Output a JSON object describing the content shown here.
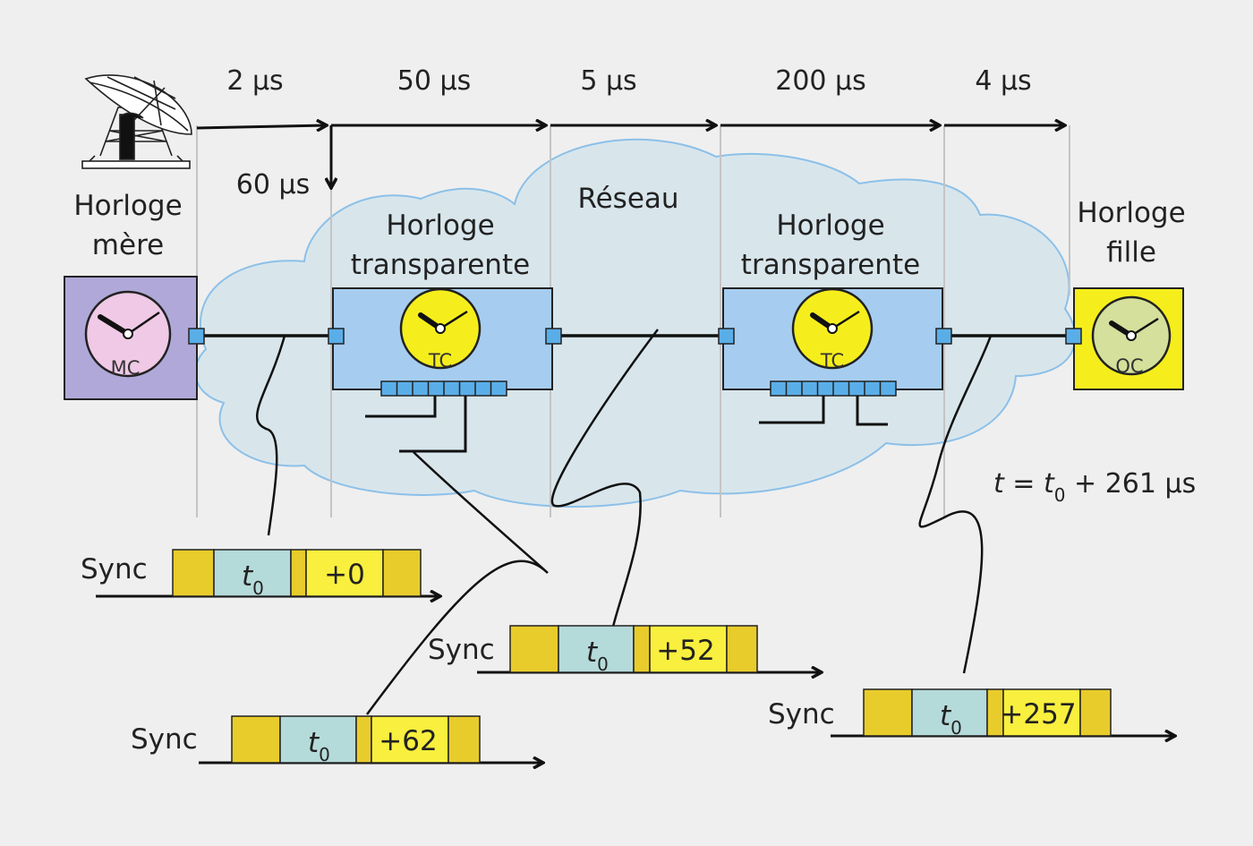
{
  "delays": [
    "2 µs",
    "50 µs",
    "5 µs",
    "200 µs",
    "4 µs"
  ],
  "delay_down": "60 µs",
  "nodes": {
    "master": {
      "title_line1": "Horloge",
      "title_line2": "mère",
      "code": "MC"
    },
    "tc1": {
      "title_line1": "Horloge",
      "title_line2": "transparente",
      "code": "TC"
    },
    "tc2": {
      "title_line1": "Horloge",
      "title_line2": "transparente",
      "code": "TC"
    },
    "slave": {
      "title_line1": "Horloge",
      "title_line2": "fille",
      "code": "OC"
    }
  },
  "network_label": "Réseau",
  "total": {
    "t": "t",
    "eq": " = ",
    "t0": "t",
    "sub0": "0",
    "rest": " + 261 µs"
  },
  "messages": [
    {
      "label": "Sync",
      "t": "t",
      "sub": "0",
      "correction": "+0"
    },
    {
      "label": "Sync",
      "t": "t",
      "sub": "0",
      "correction": "+62"
    },
    {
      "label": "Sync",
      "t": "t",
      "sub": "0",
      "correction": "+52"
    },
    {
      "label": "Sync",
      "t": "t",
      "sub": "0",
      "correction": "+257"
    }
  ],
  "colors": {
    "master_box": "#b0a8d8",
    "master_face": "#efc9e6",
    "tc_box": "#a6cdf0",
    "tc_face": "#f5ee1c",
    "slave_box": "#f5ee1c",
    "slave_face": "#d4e09b",
    "cloud_fill": "#d8e6ec",
    "cloud_stroke": "#8cc0e8",
    "port": "#5aaee8",
    "msg_gold": "#e8cc2c",
    "msg_yellow": "#f9ef3e",
    "msg_blue": "#b5dada"
  }
}
